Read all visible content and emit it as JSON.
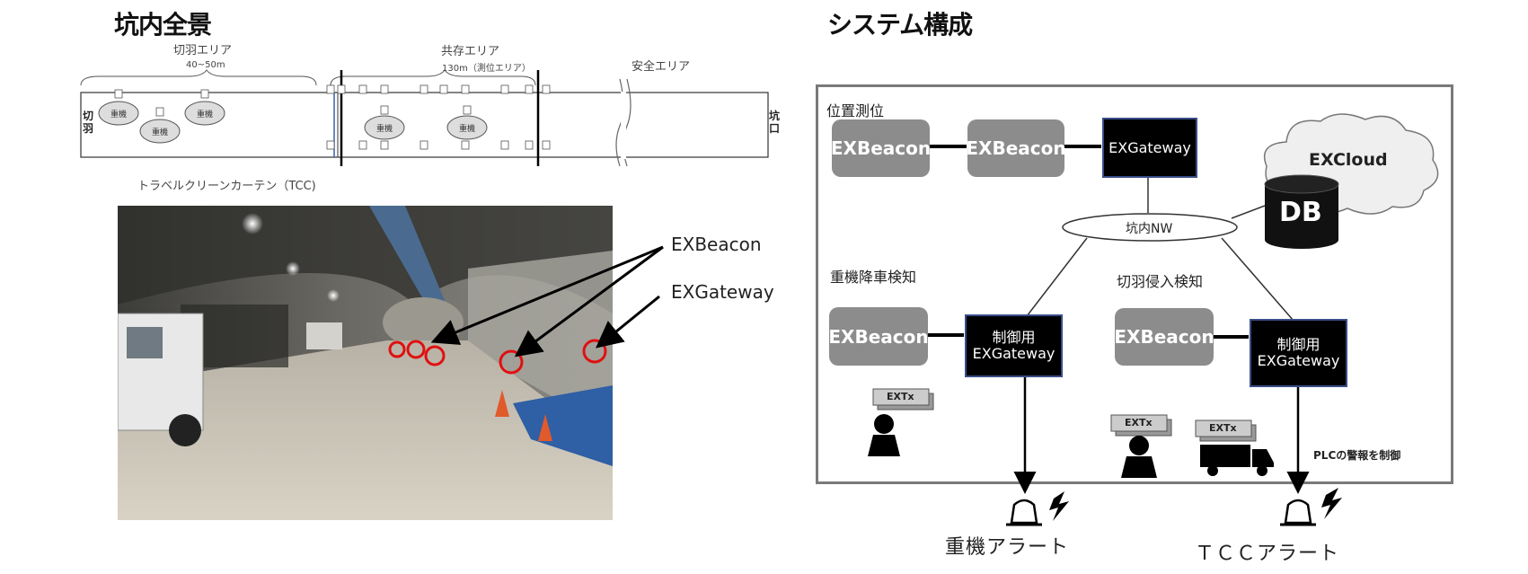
{
  "left": {
    "title": "坑内全景",
    "zones": {
      "face_area": "切羽エリア",
      "face_range": "40~50m",
      "shared_area": "共存エリア",
      "shared_range": "130m（測位エリア）",
      "safe_area": "安全エリア"
    },
    "face_label": "切\n羽",
    "portal_label": "坑\n口",
    "machine_label": "重機",
    "tcc_label": "トラベルクリーンカーテン（TCC)",
    "callouts": {
      "beacon": "EXBeacon",
      "gateway": "EXGateway"
    }
  },
  "right": {
    "title": "システム構成",
    "section_position": "位置測位",
    "section_machine": "重機降車検知",
    "section_face": "切羽侵入検知",
    "beacon_label": "EXBeacon",
    "gateway_label": "EXGateway",
    "control_gateway_line1": "制御用",
    "control_gateway_line2": "EXGateway",
    "cloud_label": "EXCloud",
    "db_label": "DB",
    "network_label": "坑内NW",
    "tag_label": "EXTx",
    "plc_note": "PLCの警報を制御",
    "machine_alert": "重機アラート",
    "tcc_alert": "ＴＣＣアラート"
  }
}
